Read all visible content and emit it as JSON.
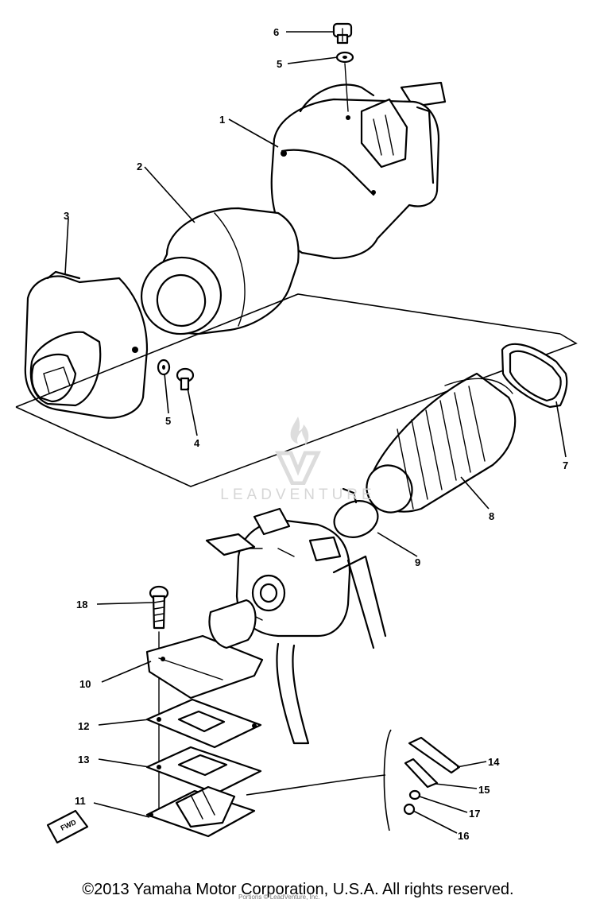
{
  "diagram": {
    "type": "exploded-parts-diagram",
    "callouts": [
      {
        "id": "1",
        "text": "1"
      },
      {
        "id": "2",
        "text": "2"
      },
      {
        "id": "3",
        "text": "3"
      },
      {
        "id": "4",
        "text": "4"
      },
      {
        "id": "5a",
        "text": "5"
      },
      {
        "id": "5b",
        "text": "5"
      },
      {
        "id": "6",
        "text": "6"
      },
      {
        "id": "7",
        "text": "7"
      },
      {
        "id": "8",
        "text": "8"
      },
      {
        "id": "9",
        "text": "9"
      },
      {
        "id": "10",
        "text": "10"
      },
      {
        "id": "11",
        "text": "11"
      },
      {
        "id": "12",
        "text": "12"
      },
      {
        "id": "13",
        "text": "13"
      },
      {
        "id": "14",
        "text": "14"
      },
      {
        "id": "15",
        "text": "15"
      },
      {
        "id": "16",
        "text": "16"
      },
      {
        "id": "17",
        "text": "17"
      },
      {
        "id": "18",
        "text": "18"
      }
    ],
    "fwd_mark": "FWD"
  },
  "watermark": {
    "text": "LEADVENTURE"
  },
  "footer": {
    "copyright": "©2013 Yamaha Motor Corporation, U.S.A. All rights reserved.",
    "overlay": "Portions © LeadVenture, Inc."
  }
}
